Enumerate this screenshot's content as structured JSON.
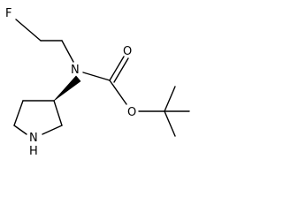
{
  "molecule": {
    "atoms": {
      "fluorine": "F",
      "amine_nitrogen": "N",
      "ring_nitrogen": "N",
      "ring_hydrogen": "H",
      "carbonyl_oxygen": "O",
      "ester_oxygen": "O"
    },
    "colors": {
      "line": "#000000",
      "background": "#ffffff"
    }
  }
}
